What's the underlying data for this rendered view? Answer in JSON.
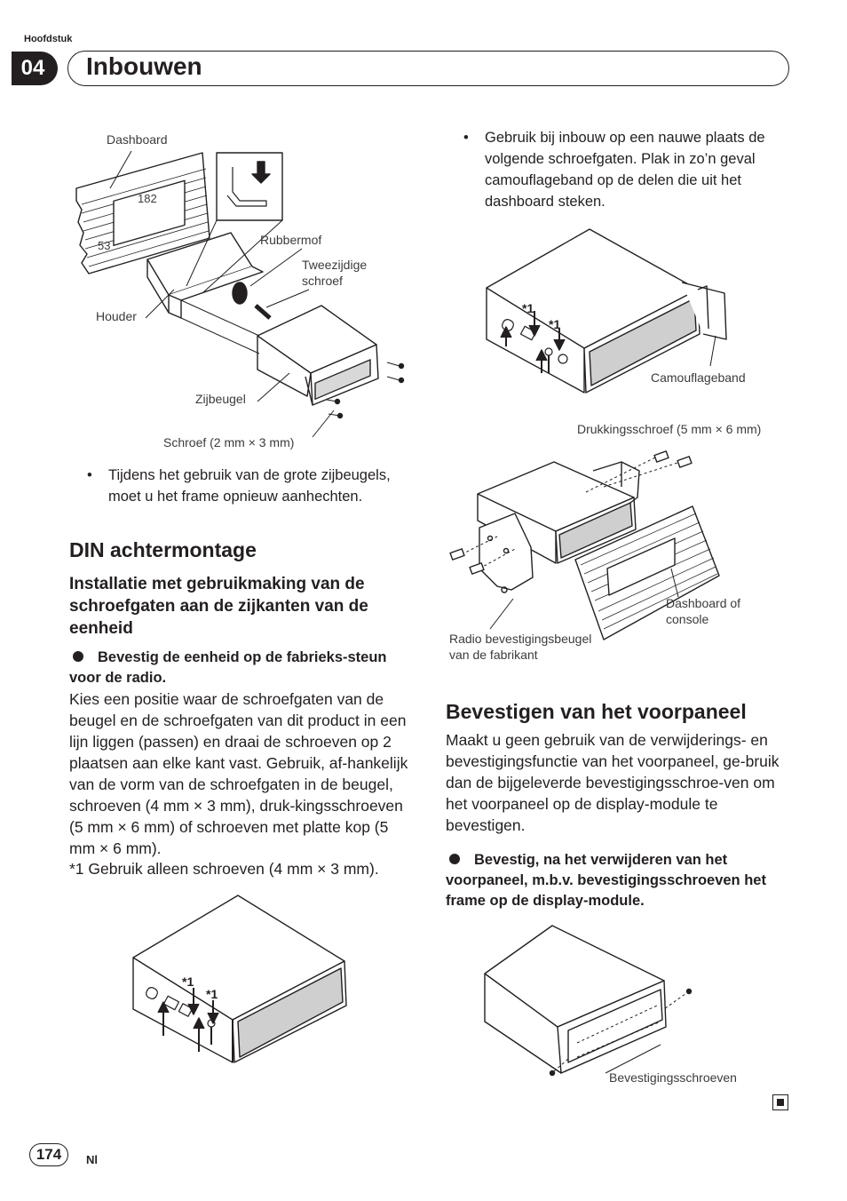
{
  "header": {
    "chapter_label": "Hoofdstuk",
    "chapter_number": "04",
    "title": "Inbouwen"
  },
  "figure1": {
    "labels": {
      "dashboard": "Dashboard",
      "dim182": "182",
      "dim53": "53",
      "rubbermof": "Rubbermof",
      "tweezijdige": "Tweezijdige",
      "schroef": "schroef",
      "houder": "Houder",
      "zijbeugel": "Zijbeugel",
      "schroef_size": "Schroef (2 mm × 3 mm)"
    }
  },
  "left": {
    "bullet_frame": "Tijdens het gebruik van de grote zijbeugels, moet u het frame opnieuw aanhechten.",
    "din_heading": "DIN achtermontage",
    "sub_heading": "Installatie met gebruikmaking van de schroefgaten aan de zijkanten van de eenheid",
    "bold_step": "Bevestig de eenheid op de fabrieks-steun voor de radio.",
    "paragraph": "Kies een positie waar de schroefgaten van de beugel en de schroefgaten van dit product in een lijn liggen (passen) en draai de schroeven op 2 plaatsen aan elke kant vast. Gebruik, af-hankelijk van de vorm van de schroefgaten in de beugel, schroeven (4 mm × 3 mm), druk-kingsschroeven (5 mm × 6 mm) of schroeven met platte kop (5 mm × 6 mm).",
    "footnote": "*1 Gebruik alleen schroeven (4 mm × 3 mm).",
    "fig_mark1": "*1",
    "fig_mark2": "*1"
  },
  "right": {
    "bullet_narrow": "Gebruik bij inbouw op een nauwe plaats de volgende schroefgaten. Plak in zo’n geval camouflageband op de delen die uit het dashboard steken.",
    "fig2_mark1": "*1",
    "fig2_mark2": "*1",
    "camouflageband": "Camouflageband",
    "drukkingsschroef": "Drukkingsschroef (5 mm × 6 mm)",
    "dashboard_console_1": "Dashboard of",
    "dashboard_console_2": "console",
    "radio_beugel_1": "Radio bevestigingsbeugel",
    "radio_beugel_2": "van de fabrikant",
    "front_heading": "Bevestigen van het voorpaneel",
    "front_paragraph": "Maakt u geen gebruik van de verwijderings- en bevestigingsfunctie van het voorpaneel, ge-bruik dan de bijgeleverde bevestigingsschroe-ven om het voorpaneel op de display-module te bevestigen.",
    "front_step": "Bevestig, na het verwijderen van het voorpaneel, m.b.v. bevestigingsschroeven het frame op de display-module.",
    "bevestigingsschroeven": "Bevestigingsschroeven"
  },
  "footer": {
    "page_number": "174",
    "language": "Nl"
  }
}
